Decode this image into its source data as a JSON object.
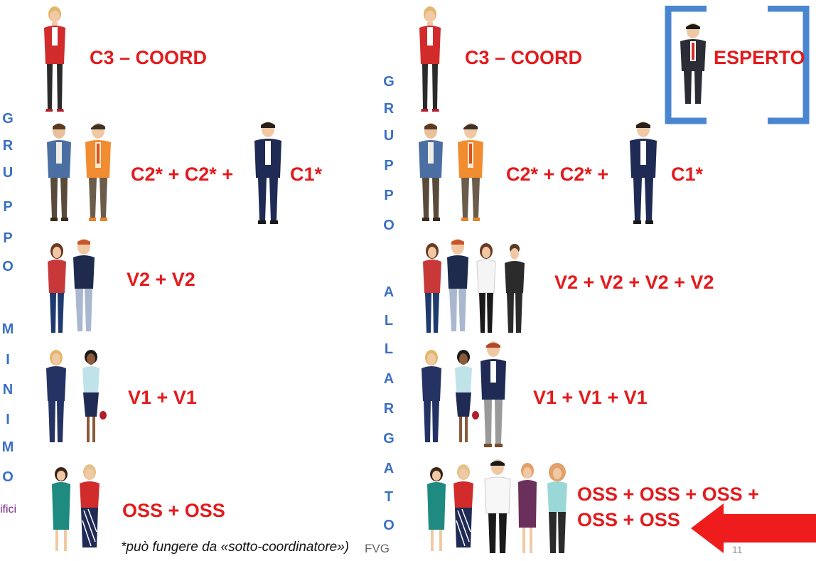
{
  "left_group": {
    "vertical_title": [
      "G",
      "R",
      "U",
      "P",
      "P",
      "O",
      "",
      "M",
      "I",
      "N",
      "I",
      "M",
      "O"
    ],
    "rows": {
      "coord": "C3 – COORD",
      "c": "C2* + C2* +",
      "c1": "C1*",
      "v2": "V2 + V2",
      "v1": "V1 + V1",
      "oss": "OSS + OSS"
    }
  },
  "right_group": {
    "vertical_title": [
      "G",
      "R",
      "U",
      "P",
      "P",
      "O",
      "",
      "A",
      "L",
      "L",
      "A",
      "R",
      "G",
      "A",
      "T",
      "O"
    ],
    "rows": {
      "coord": "C3 – COORD",
      "esperto": "ESPERTO",
      "c": "C2* + C2* +",
      "c1": "C1*",
      "v2": "V2 + V2 + V2 + V2",
      "v1": "V1 + V1 + V1",
      "oss_line1": "OSS + OSS + OSS +",
      "oss_line2": "OSS + OSS"
    }
  },
  "footnote": "*può fungere da «sotto-coordinatore»)",
  "footer_text": "FVG",
  "left_edge_text": "ifici",
  "page_number": "11",
  "colors": {
    "label_red": "#e41a1c",
    "title_blue": "#3a6fc4",
    "bracket_blue": "#4a86d0",
    "arrow_red": "#ee1c1c"
  }
}
